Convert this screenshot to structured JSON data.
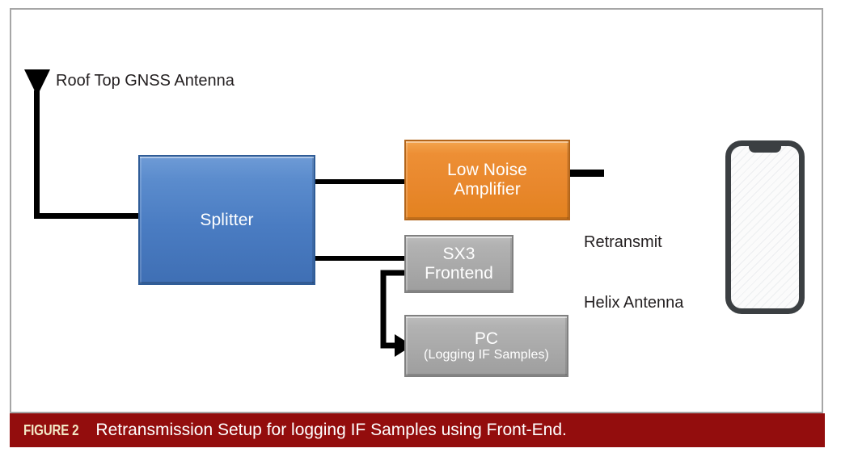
{
  "figure": {
    "caption_tag": "FIGURE 2",
    "caption_text": "Retransmission Setup for logging IF Samples using Front-End.",
    "caption_bar_color": "#930d0d",
    "caption_tag_color": "#f3e9c6",
    "frame_border_color": "#a6a6a6",
    "background_color": "#ffffff"
  },
  "diagram": {
    "type": "block-diagram",
    "labels": {
      "roof_antenna": "Roof Top GNSS Antenna",
      "retransmit_antenna_line1": "Retransmit",
      "retransmit_antenna_line2": "Helix Antenna"
    },
    "nodes": [
      {
        "id": "splitter",
        "label": "Splitter",
        "lines": [
          "Splitter"
        ],
        "color": "#4a7cc2",
        "border_color": "#2f5c97",
        "text_color": "#ffffff"
      },
      {
        "id": "low-noise-amplifier",
        "label": "Low Noise Amplifier",
        "lines": [
          "Low Noise",
          "Amplifier"
        ],
        "color": "#e8872c",
        "border_color": "#b3651a",
        "text_color": "#ffffff"
      },
      {
        "id": "sx3-frontend",
        "label": "SX3 Frontend",
        "lines": [
          "SX3",
          "Frontend"
        ],
        "color": "#a8a8a8",
        "border_color": "#808080",
        "text_color": "#ffffff"
      },
      {
        "id": "pc",
        "label": "PC (Logging IF Samples)",
        "lines": [
          "PC",
          "(Logging IF Samples)"
        ],
        "color": "#a8a8a8",
        "border_color": "#808080",
        "text_color": "#ffffff"
      }
    ],
    "connections": [
      {
        "from": "roof-top-gnss-antenna",
        "to": "splitter",
        "style": "plain"
      },
      {
        "from": "splitter",
        "to": "low-noise-amplifier",
        "style": "plain"
      },
      {
        "from": "low-noise-amplifier",
        "to": "retransmit-helix-antenna",
        "style": "stub"
      },
      {
        "from": "splitter",
        "to": "sx3-frontend",
        "style": "plain"
      },
      {
        "from": "sx3-frontend",
        "to": "pc",
        "style": "arrow"
      }
    ],
    "devices": [
      {
        "id": "smartphone",
        "label": "smartphone",
        "color": "#3b3f42"
      }
    ]
  }
}
